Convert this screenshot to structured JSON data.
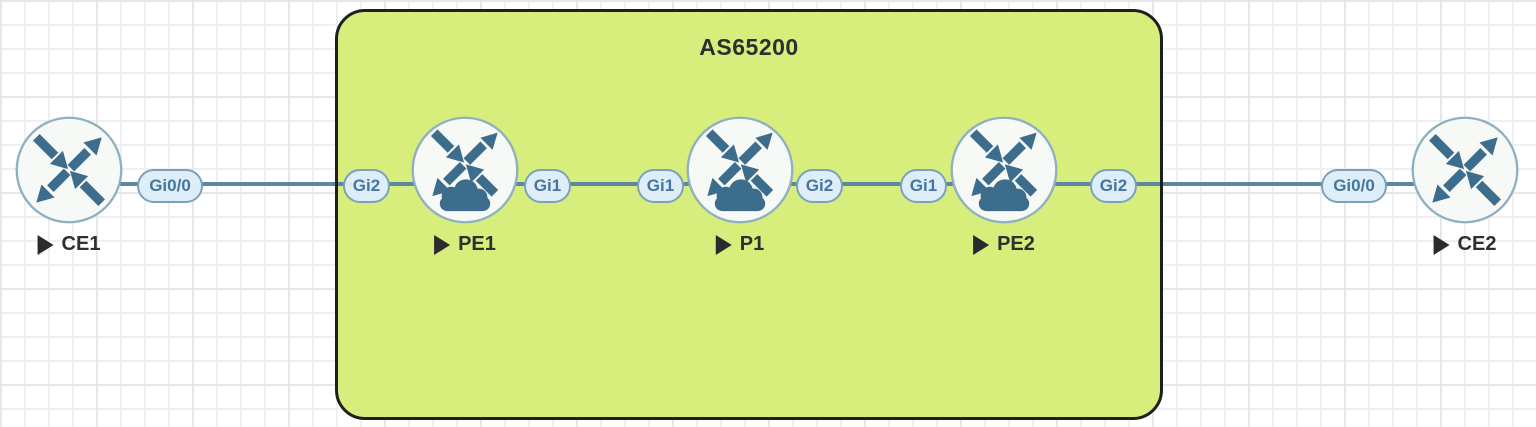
{
  "diagram": {
    "as_group": {
      "label": "AS65200",
      "fill_color": "#d7ee7c",
      "border_color": "#1f1f1f"
    },
    "nodes": [
      {
        "label": "CE1",
        "icon": "router",
        "state_icon": "running-triangle",
        "interfaces_shown": [
          "Gi0/0"
        ]
      },
      {
        "label": "PE1",
        "icon": "router-cloud",
        "state_icon": "running-triangle",
        "interfaces_shown": [
          "Gi2",
          "Gi1"
        ]
      },
      {
        "label": "P1",
        "icon": "router-cloud",
        "state_icon": "running-triangle",
        "interfaces_shown": [
          "Gi1",
          "Gi2"
        ]
      },
      {
        "label": "PE2",
        "icon": "router-cloud",
        "state_icon": "running-triangle",
        "interfaces_shown": [
          "Gi1",
          "Gi2"
        ]
      },
      {
        "label": "CE2",
        "icon": "router",
        "state_icon": "running-triangle",
        "interfaces_shown": [
          "Gi0/0"
        ]
      }
    ],
    "interface_labels": [
      {
        "label": "Gi0/0",
        "node": "CE1",
        "side": "right"
      },
      {
        "label": "Gi2",
        "node": "PE1",
        "side": "left"
      },
      {
        "label": "Gi1",
        "node": "PE1",
        "side": "right"
      },
      {
        "label": "Gi1",
        "node": "P1",
        "side": "left"
      },
      {
        "label": "Gi2",
        "node": "P1",
        "side": "right"
      },
      {
        "label": "Gi1",
        "node": "PE2",
        "side": "left"
      },
      {
        "label": "Gi2",
        "node": "PE2",
        "side": "right"
      },
      {
        "label": "Gi0/0",
        "node": "CE2",
        "side": "left"
      }
    ],
    "links": [
      {
        "from": "CE1",
        "from_interface": "Gi0/0",
        "to": "PE1",
        "to_interface": "Gi2"
      },
      {
        "from": "PE1",
        "from_interface": "Gi1",
        "to": "P1",
        "to_interface": "Gi1"
      },
      {
        "from": "P1",
        "from_interface": "Gi2",
        "to": "PE2",
        "to_interface": "Gi1"
      },
      {
        "from": "PE2",
        "from_interface": "Gi2",
        "to": "CE2",
        "to_interface": "Gi0/0"
      }
    ],
    "colors": {
      "link": "#5d87a1",
      "interface_pill_fill": "#ddeef9",
      "interface_pill_border": "#7ba2ba",
      "interface_pill_text": "#46759d",
      "router_icon_fill": "#f7f9f6",
      "router_icon_ring": "#8fb0c2",
      "router_icon_arrows": "#3d6d8d",
      "node_label_text": "#2f2f2f",
      "as_title_text": "#2e2e2e",
      "running_state_icon": "#2b2b2b"
    }
  }
}
